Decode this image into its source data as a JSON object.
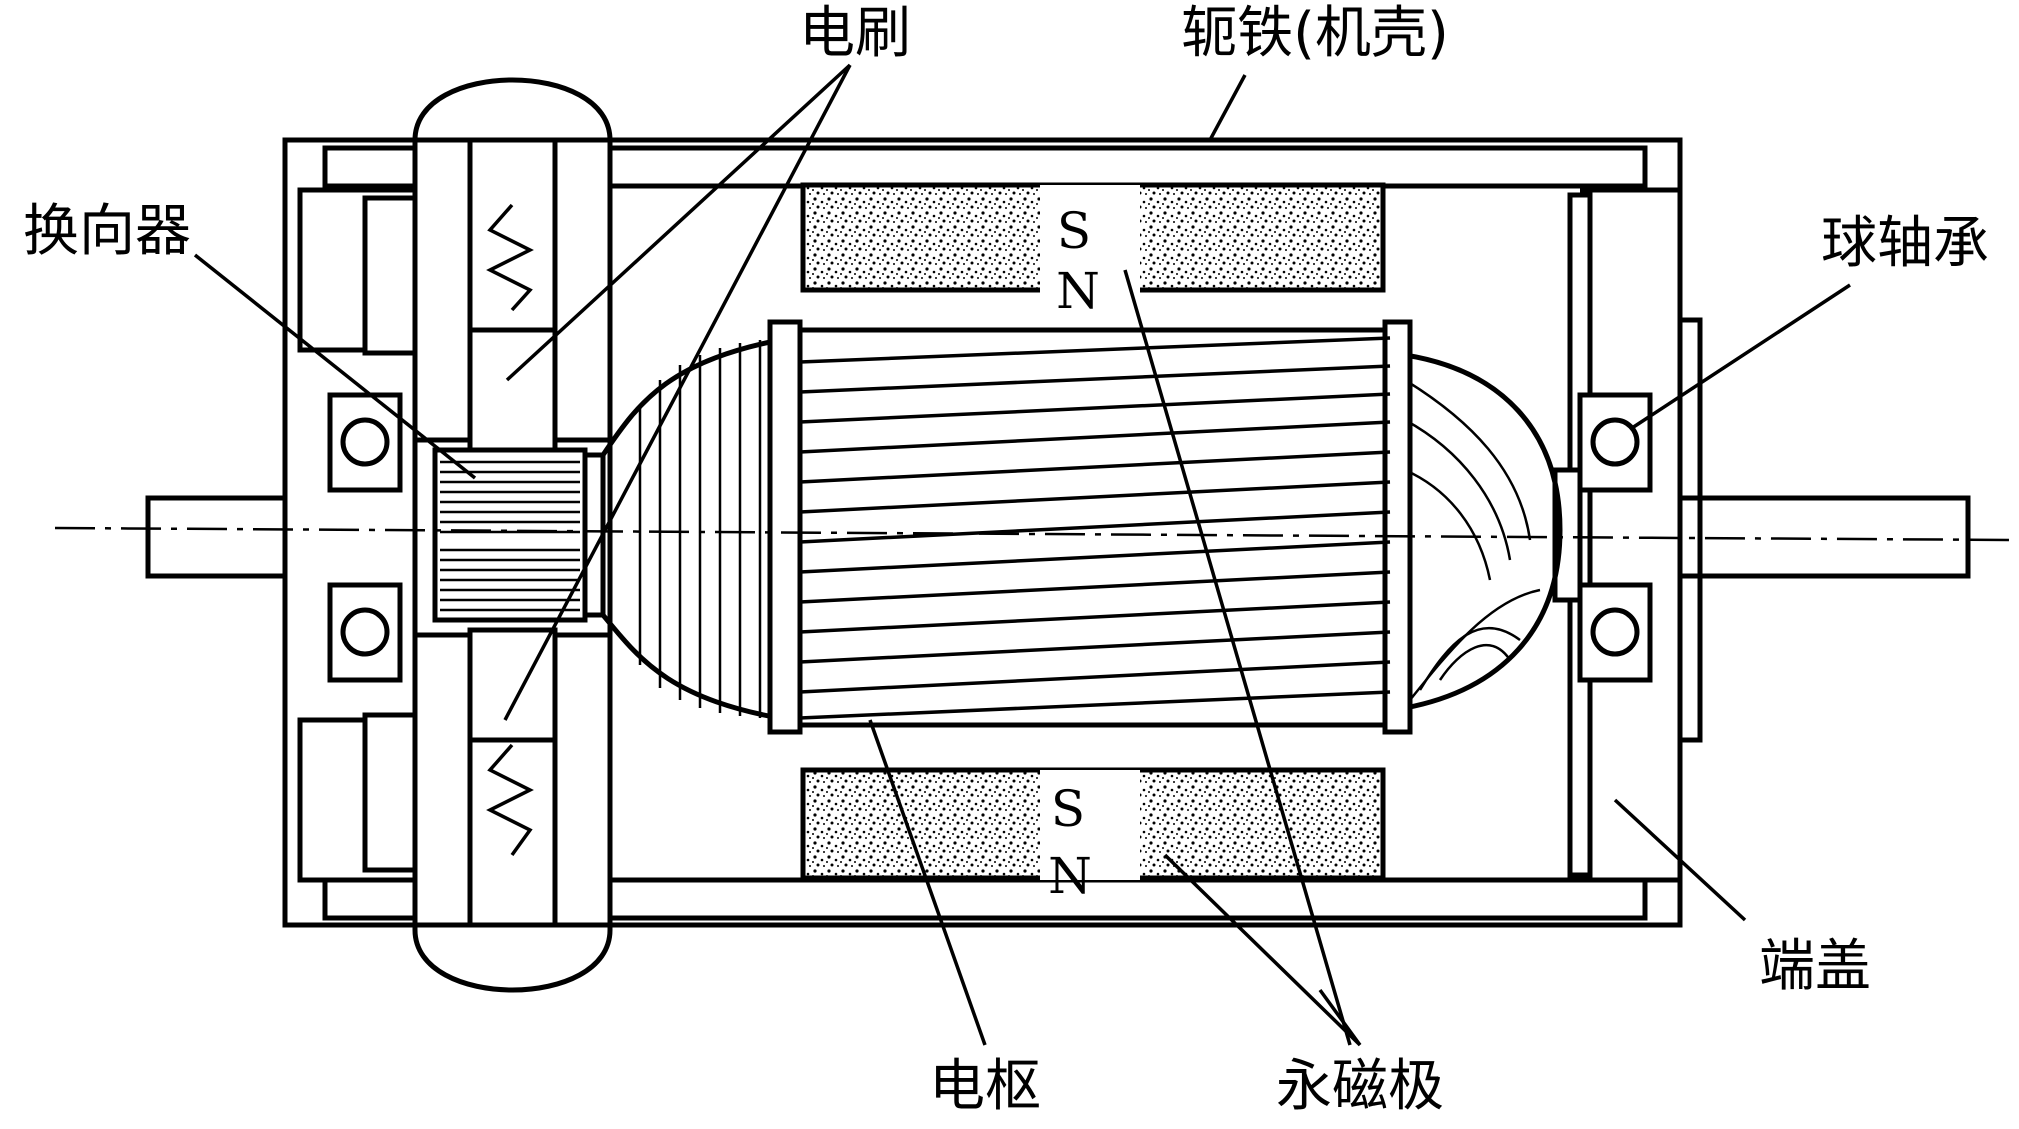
{
  "labels": {
    "brush": "电刷",
    "yoke": "轭铁(机壳)",
    "commutator": "换向器",
    "bearing": "球轴承",
    "end_cap": "端盖",
    "armature": "电枢",
    "permanent_pole": "永磁极"
  },
  "poles": {
    "top_s": "S",
    "top_n": "N",
    "bottom_s": "S",
    "bottom_n": "N"
  },
  "colors": {
    "line": "#000000",
    "background": "#ffffff"
  }
}
